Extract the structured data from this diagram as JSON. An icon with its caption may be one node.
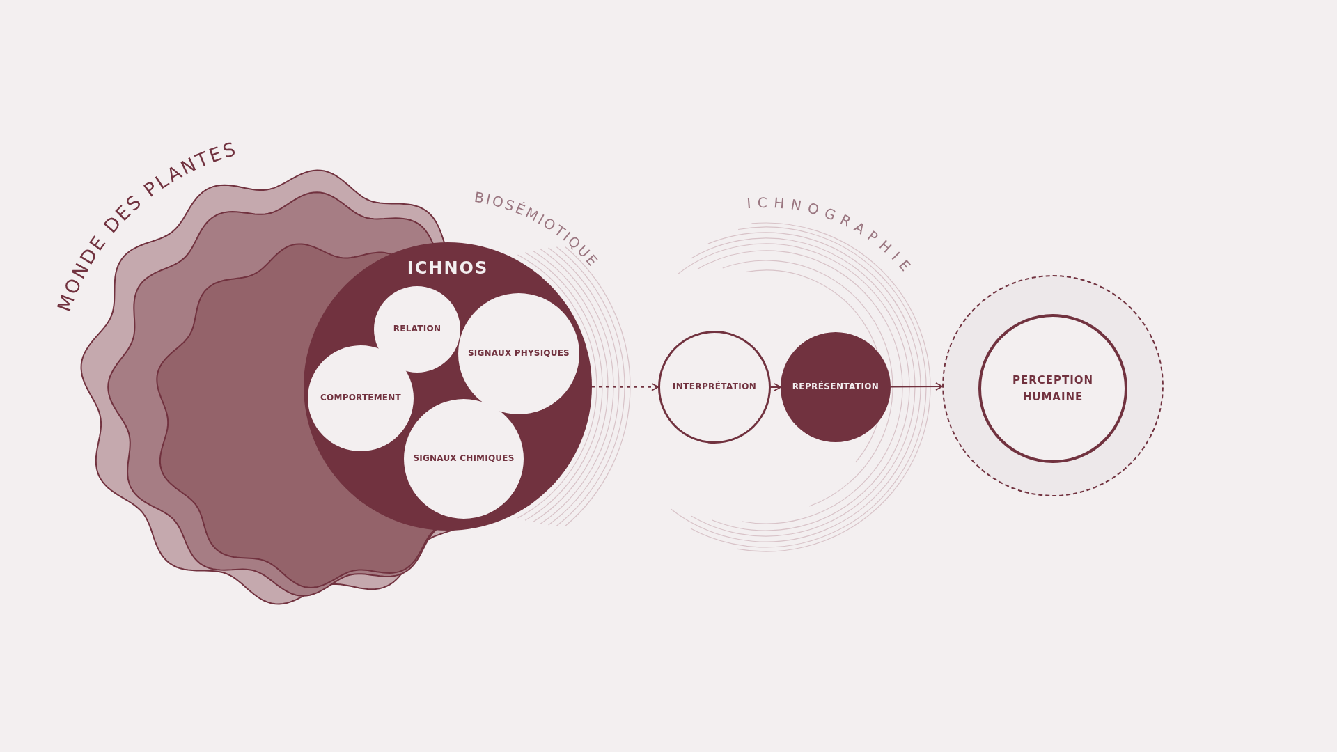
{
  "diagram": {
    "nodes": [
      {
        "text": [
          "MONDE DES PLANTES"
        ]
      },
      {
        "text": [
          "ICHNOS"
        ]
      },
      {
        "text": [
          "RELATION"
        ]
      },
      {
        "text": [
          "SIGNAUX PHYSIQUES"
        ],
        "in": 1
      },
      {
        "text": [
          "COMPORTEMENT"
        ]
      },
      {
        "text": [
          "SIGNAUX CHIMIQUES"
        ],
        "in": 1
      },
      {
        "text": [
          "INTERPRÉTATION"
        ]
      },
      {
        "text": [
          "REPRÉSENTATION"
        ]
      },
      {
        "text": [],
        "shape": "circle"
      },
      {
        "text": [
          "PERCEPTION HUMAINE"
        ],
        "in": 8
      }
    ],
    "edges": [
      {
        "from": 1,
        "to": 6,
        "arrow": "to",
        "style": "dashed"
      },
      {
        "from": 6,
        "to": 7,
        "arrow": "to"
      },
      {
        "from": 7,
        "to": 8,
        "arrow": "to"
      }
    ],
    "labels": [
      "BIOSÉMIOTIQUE",
      "ICHNOGRAPHIE"
    ]
  }
}
